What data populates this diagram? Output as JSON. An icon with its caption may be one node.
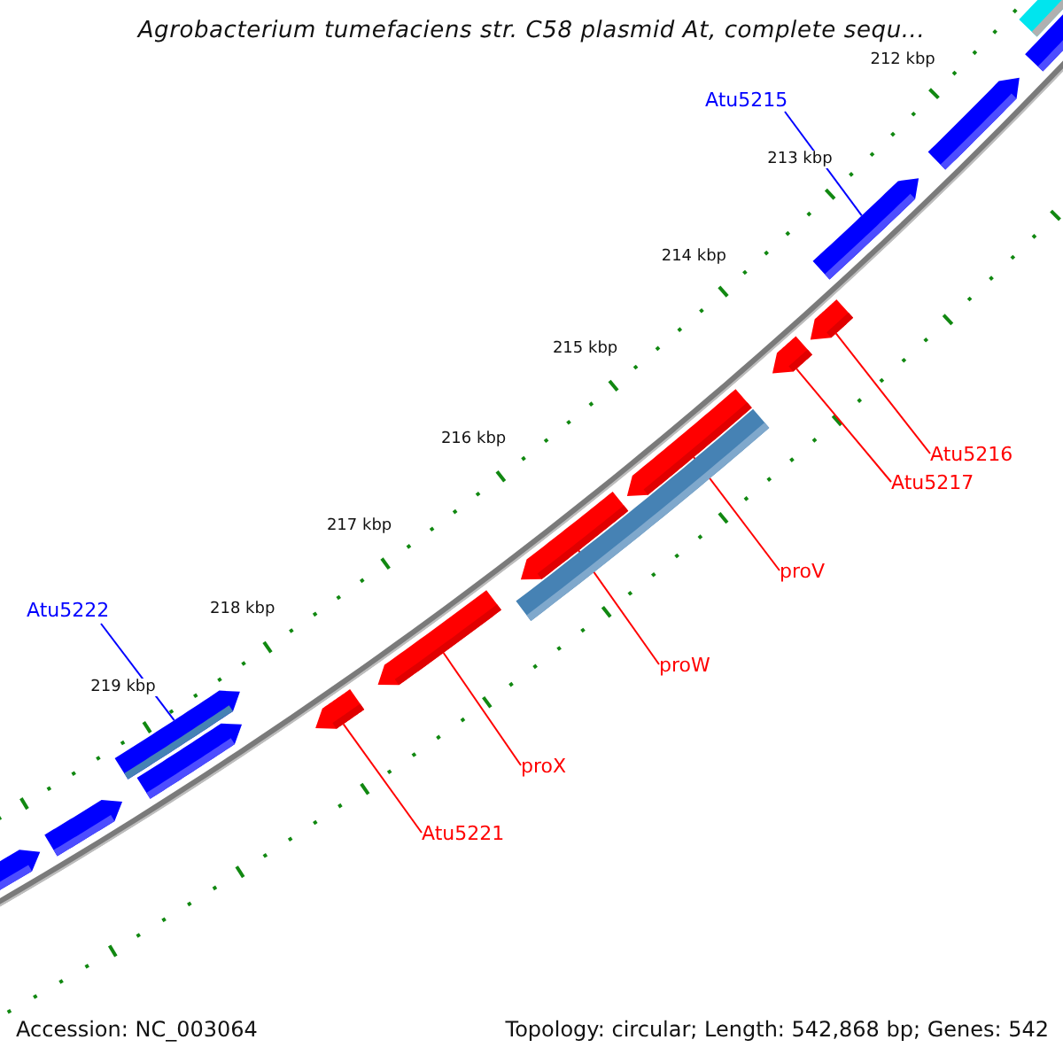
{
  "diagram": {
    "title": "Agrobacterium tumefaciens str. C58 plasmid At, complete sequ...",
    "nodes": [
      {
        "text": [
          "Atu5215"
        ]
      },
      {
        "text": [
          "Atu5216"
        ]
      },
      {
        "text": [
          "Atu5217"
        ]
      },
      {
        "text": [
          "proV"
        ]
      },
      {
        "text": [
          "Atu5222"
        ]
      },
      {
        "text": [
          "proW"
        ]
      },
      {
        "text": [
          "proX"
        ]
      },
      {
        "text": [
          "Atu5221"
        ]
      },
      {
        "text": [],
        "shape": "bar"
      },
      {
        "text": [],
        "shape": "bar"
      },
      {
        "text": [],
        "shape": "bar"
      },
      {
        "text": [],
        "shape": "bar"
      },
      {
        "text": [],
        "shape": "bar"
      },
      {
        "text": [],
        "shape": "bar"
      },
      {
        "text": [],
        "shape": "bar"
      },
      {
        "text": [],
        "shape": "bar"
      },
      {
        "text": [],
        "shape": "bar"
      },
      {
        "text": [],
        "shape": "bar"
      },
      {
        "text": [],
        "shape": "bar"
      },
      {
        "text": [],
        "shape": "bar"
      },
      {
        "text": [],
        "shape": "bar"
      },
      {
        "text": [],
        "shape": "bar"
      },
      {
        "text": [],
        "shape": "bar"
      }
    ],
    "edges": [
      {
        "from": 0,
        "to": 19,
        "arrow": "none",
        "color": "#0000ff"
      },
      {
        "from": 1,
        "to": 18,
        "arrow": "none"
      },
      {
        "from": 2,
        "to": 17,
        "arrow": "none"
      },
      {
        "from": 3,
        "to": 16,
        "arrow": "none"
      },
      {
        "from": 4,
        "to": 10,
        "arrow": "none",
        "color": "#0000ff"
      },
      {
        "from": 5,
        "to": 14,
        "arrow": "none"
      },
      {
        "from": 6,
        "to": 13,
        "arrow": "none"
      },
      {
        "from": 7,
        "to": 12,
        "arrow": "none"
      }
    ],
    "labels": [
      "212 kbp",
      "213 kbp",
      "214 kbp",
      "215 kbp",
      "216 kbp",
      "217 kbp",
      "218 kbp",
      "219 kbp",
      "Accession: NC_003064",
      "Topology: circular; Length: 542,868 bp; Genes: 542"
    ]
  }
}
